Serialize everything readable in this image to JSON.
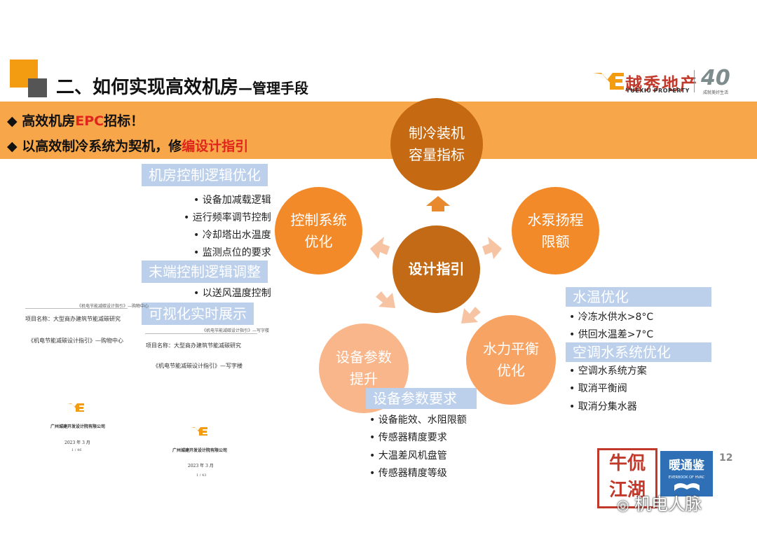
{
  "header": {
    "title_main": "二、如何实现高效机房",
    "title_sub": "—管理手段",
    "logo_cn": "越秀地产",
    "logo_en": "YUEXIU PROPERTY",
    "logo_40": "40",
    "logo_slogan": "成就美好生活"
  },
  "banner": {
    "line1_a": "◆ 高效机房",
    "line1_b": "EPC",
    "line1_c": "招标！",
    "line2_a": "◆ 以高效制冷系统为契机，修",
    "line2_b": "编设计指引"
  },
  "center": "设计指引",
  "circles": {
    "top": "制冷装机\n容量指标",
    "left": "控制系统\n优化",
    "right": "水泵扬程\n限额",
    "bottom_left": "设备参数\n提升",
    "bottom_right": "水力平衡\n优化"
  },
  "left_panel": {
    "tag1": "机房控制逻辑优化",
    "items1": [
      "• 设备加减载逻辑",
      "• 运行频率调节控制",
      "• 冷却塔出水温度",
      "• 监测点位的要求"
    ],
    "tag2": "末端控制逻辑调整",
    "items2": [
      "• 以送风温度控制"
    ],
    "tag3": "可视化实时展示"
  },
  "right_panel": {
    "tag1": "水温优化",
    "items1": [
      "• 冷冻水供水>8°C",
      "• 供回水温差>7°C"
    ],
    "tag2": "空调水系统优化",
    "items2": [
      "• 空调水系统方案",
      "• 取消平衡阀",
      "• 取消分集水器"
    ]
  },
  "bottom_panel": {
    "tag": "设备参数要求",
    "items": [
      "• 设备能效、水阻限额",
      "• 传感器精度要求",
      "• 大温差风机盘管",
      "• 传感器精度等级"
    ]
  },
  "doc1": {
    "header": "《机电节能减碳设计指引》—购物中心",
    "project": "项目名称：大型商办建筑节能减碳研究",
    "title": "《机电节能减碳设计指引》—购物中心",
    "company": "广州城建开发设计院有限公司",
    "date": "2023 年 3 月",
    "page": "1 / 46"
  },
  "doc2": {
    "header": "《机电节能减碳设计指引》—写字楼",
    "project": "项目名称：大型商办建筑节能减碳研究",
    "title": "《机电节能减碳设计指引》—写字楼",
    "company": "广州城建开发设计院有限公司",
    "date": "2023 年 3 月",
    "page": "1 / 43"
  },
  "page_number": "12",
  "stamp_text": "牛侃\n江湖",
  "book_text": "暖通鉴",
  "book_sub": "EVERBOOK OF HVAC",
  "watermark": "机电人脉"
}
